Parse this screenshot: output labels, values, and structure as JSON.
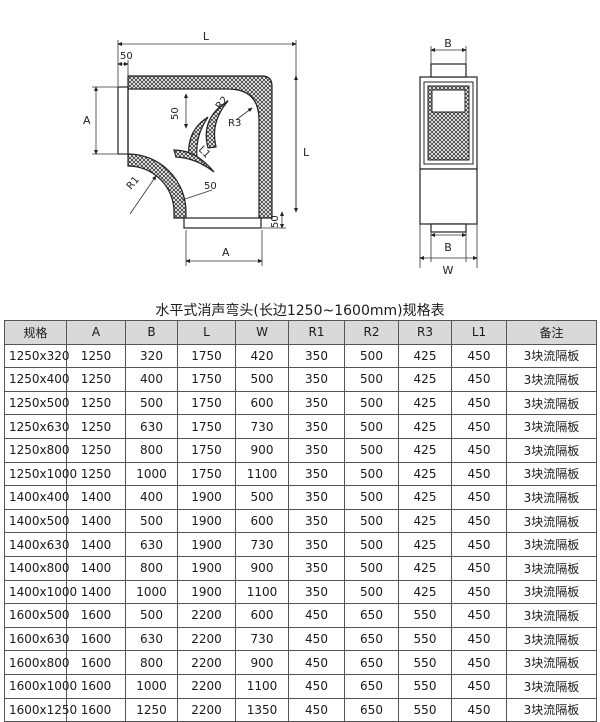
{
  "diagram": {
    "labels": {
      "L_top": "L",
      "fifty_top": "50",
      "A_left": "A",
      "fifty_mid": "50",
      "R2": "R2",
      "R3": "R3",
      "L1": "L1",
      "R1": "R1",
      "fifty_lower": "50",
      "L_right": "L",
      "fifty_bottom": "50",
      "A_bottom": "A",
      "B_top": "B",
      "B_bottom": "B",
      "W": "W"
    }
  },
  "table": {
    "title": "水平式消声弯头(长边1250~1600mm)规格表",
    "headers": [
      "规格",
      "A",
      "B",
      "L",
      "W",
      "R1",
      "R2",
      "R3",
      "L1",
      "备注"
    ],
    "rows": [
      [
        "1250x320",
        "1250",
        "320",
        "1750",
        "420",
        "350",
        "500",
        "425",
        "450",
        "3块流隔板"
      ],
      [
        "1250x400",
        "1250",
        "400",
        "1750",
        "500",
        "350",
        "500",
        "425",
        "450",
        "3块流隔板"
      ],
      [
        "1250x500",
        "1250",
        "500",
        "1750",
        "600",
        "350",
        "500",
        "425",
        "450",
        "3块流隔板"
      ],
      [
        "1250x630",
        "1250",
        "630",
        "1750",
        "730",
        "350",
        "500",
        "425",
        "450",
        "3块流隔板"
      ],
      [
        "1250x800",
        "1250",
        "800",
        "1750",
        "900",
        "350",
        "500",
        "425",
        "450",
        "3块流隔板"
      ],
      [
        "1250x1000",
        "1250",
        "1000",
        "1750",
        "1100",
        "350",
        "500",
        "425",
        "450",
        "3块流隔板"
      ],
      [
        "1400x400",
        "1400",
        "400",
        "1900",
        "500",
        "350",
        "500",
        "425",
        "450",
        "3块流隔板"
      ],
      [
        "1400x500",
        "1400",
        "500",
        "1900",
        "600",
        "350",
        "500",
        "425",
        "450",
        "3块流隔板"
      ],
      [
        "1400x630",
        "1400",
        "630",
        "1900",
        "730",
        "350",
        "500",
        "425",
        "450",
        "3块流隔板"
      ],
      [
        "1400x800",
        "1400",
        "800",
        "1900",
        "900",
        "350",
        "500",
        "425",
        "450",
        "3块流隔板"
      ],
      [
        "1400x1000",
        "1400",
        "1000",
        "1900",
        "1100",
        "350",
        "500",
        "425",
        "450",
        "3块流隔板"
      ],
      [
        "1600x500",
        "1600",
        "500",
        "2200",
        "600",
        "450",
        "650",
        "550",
        "450",
        "3块流隔板"
      ],
      [
        "1600x630",
        "1600",
        "630",
        "2200",
        "730",
        "450",
        "650",
        "550",
        "450",
        "3块流隔板"
      ],
      [
        "1600x800",
        "1600",
        "800",
        "2200",
        "900",
        "450",
        "650",
        "550",
        "450",
        "3块流隔板"
      ],
      [
        "1600x1000",
        "1600",
        "1000",
        "2200",
        "1100",
        "450",
        "650",
        "550",
        "450",
        "3块流隔板"
      ],
      [
        "1600x1250",
        "1600",
        "1250",
        "2200",
        "1350",
        "450",
        "650",
        "550",
        "450",
        "3块流隔板"
      ]
    ]
  }
}
